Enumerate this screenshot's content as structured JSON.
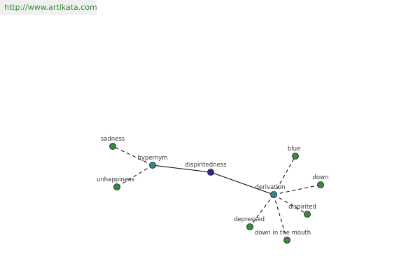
{
  "watermark": {
    "text": "http://www.artikata.com"
  },
  "graph": {
    "colors": {
      "root": "#2a2a8c",
      "relation": "#2e8a8a",
      "leaf": "#3a8a3a",
      "stroke": "#1a1a1a"
    },
    "nodes": [
      {
        "id": "dispiritedness",
        "label": "dispiritedness",
        "kind": "root"
      },
      {
        "id": "hypernym",
        "label": "hypernym",
        "kind": "relation"
      },
      {
        "id": "derivation",
        "label": "derivation",
        "kind": "relation"
      },
      {
        "id": "sadness",
        "label": "sadness",
        "kind": "leaf"
      },
      {
        "id": "unhappiness",
        "label": "unhappiness",
        "kind": "leaf"
      },
      {
        "id": "blue",
        "label": "blue",
        "kind": "leaf"
      },
      {
        "id": "down",
        "label": "down",
        "kind": "leaf"
      },
      {
        "id": "dispirited",
        "label": "dispirited",
        "kind": "leaf"
      },
      {
        "id": "depressed",
        "label": "depressed",
        "kind": "leaf"
      },
      {
        "id": "down-in-the-mouth",
        "label": "down in the mouth",
        "kind": "leaf"
      }
    ],
    "edges": [
      {
        "from": "dispiritedness",
        "to": "hypernym",
        "style": "solid"
      },
      {
        "from": "dispiritedness",
        "to": "derivation",
        "style": "solid"
      },
      {
        "from": "hypernym",
        "to": "sadness",
        "style": "dashed"
      },
      {
        "from": "hypernym",
        "to": "unhappiness",
        "style": "dashed"
      },
      {
        "from": "derivation",
        "to": "blue",
        "style": "dashed"
      },
      {
        "from": "derivation",
        "to": "down",
        "style": "dashed"
      },
      {
        "from": "derivation",
        "to": "dispirited",
        "style": "dashed"
      },
      {
        "from": "derivation",
        "to": "depressed",
        "style": "dashed"
      },
      {
        "from": "derivation",
        "to": "down-in-the-mouth",
        "style": "dashed"
      }
    ]
  }
}
